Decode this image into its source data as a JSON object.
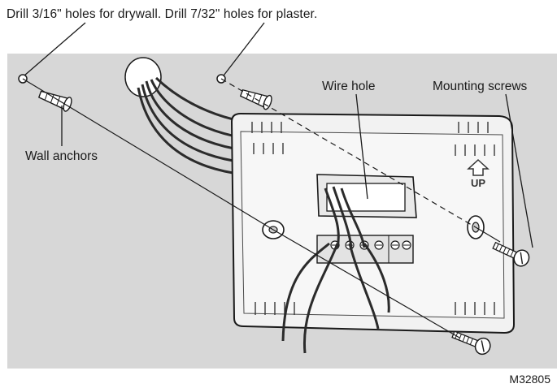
{
  "instruction": "Drill 3/16\" holes for drywall. Drill 7/32\" holes for plaster.",
  "labels": {
    "wall_anchors": "Wall anchors",
    "wire_hole": "Wire hole",
    "mounting_screws": "Mounting screws",
    "up": "UP"
  },
  "figure_id": "M32805",
  "icons": [
    "up-arrow-icon"
  ],
  "colors": {
    "panel_background": "#d7d7d7",
    "line_art": "#1a1a1a",
    "base_fill": "#f2f2f2"
  }
}
